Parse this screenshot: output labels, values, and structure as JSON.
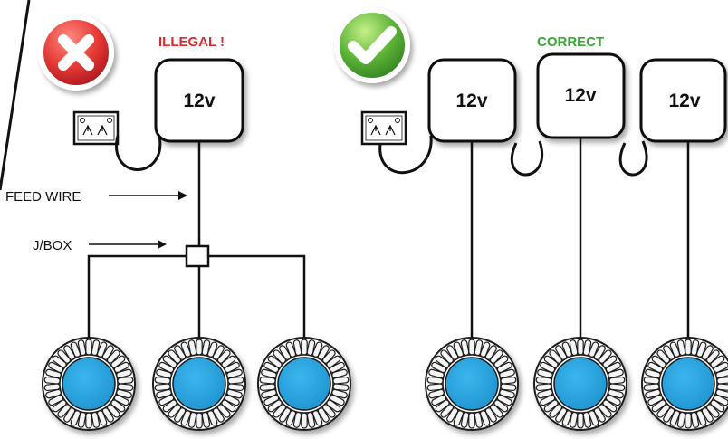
{
  "illegal": {
    "title": "ILLEGAL !",
    "title_color": "#e0282e",
    "status_icon": "cross-icon",
    "power_unit_label": "12v",
    "feed_wire_label": "FEED WIRE",
    "jbox_label": "J/BOX",
    "light_count": 3
  },
  "correct": {
    "title": "CORRECT",
    "title_color": "#3aa935",
    "status_icon": "check-icon",
    "power_unit_labels": [
      "12v",
      "12v",
      "12v"
    ],
    "light_count": 3
  },
  "colors": {
    "wire": "#1a1a1a",
    "light_center": "#27a6e0",
    "light_ring": "#ececec",
    "error_red": "#e53935",
    "ok_green": "#4caf32"
  },
  "icons": {
    "outlet": "power-outlet-icon",
    "light": "led-light-icon"
  }
}
